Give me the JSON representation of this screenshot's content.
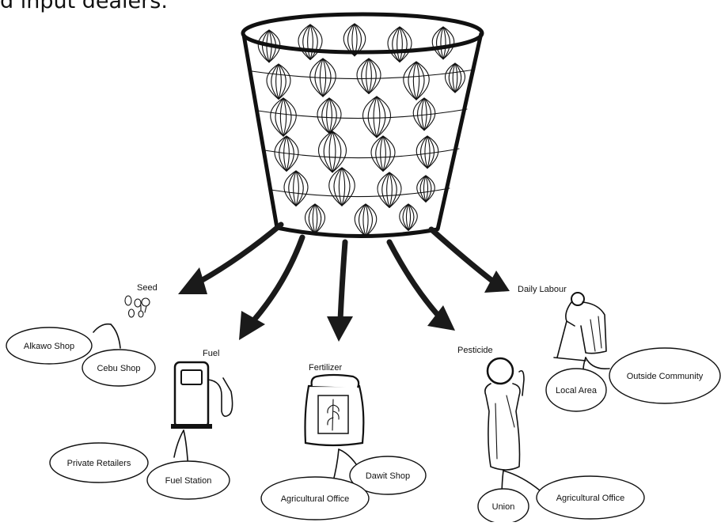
{
  "caption": "d input dealers.",
  "categories": [
    {
      "key": "seed",
      "label": "Seed",
      "sources": [
        "Alkawo Shop",
        "Cebu Shop"
      ]
    },
    {
      "key": "fuel",
      "label": "Fuel",
      "sources": [
        "Private Retailers",
        "Fuel Station"
      ]
    },
    {
      "key": "fertilizer",
      "label": "Fertilizer",
      "sources": [
        "Dawit Shop",
        "Agricultural Office"
      ]
    },
    {
      "key": "pesticide",
      "label": "Pesticide",
      "sources": [
        "Union",
        "Agricultural Office"
      ]
    },
    {
      "key": "labour",
      "label": "Daily Labour",
      "sources": [
        "Outside Community",
        "Local Area"
      ]
    }
  ]
}
